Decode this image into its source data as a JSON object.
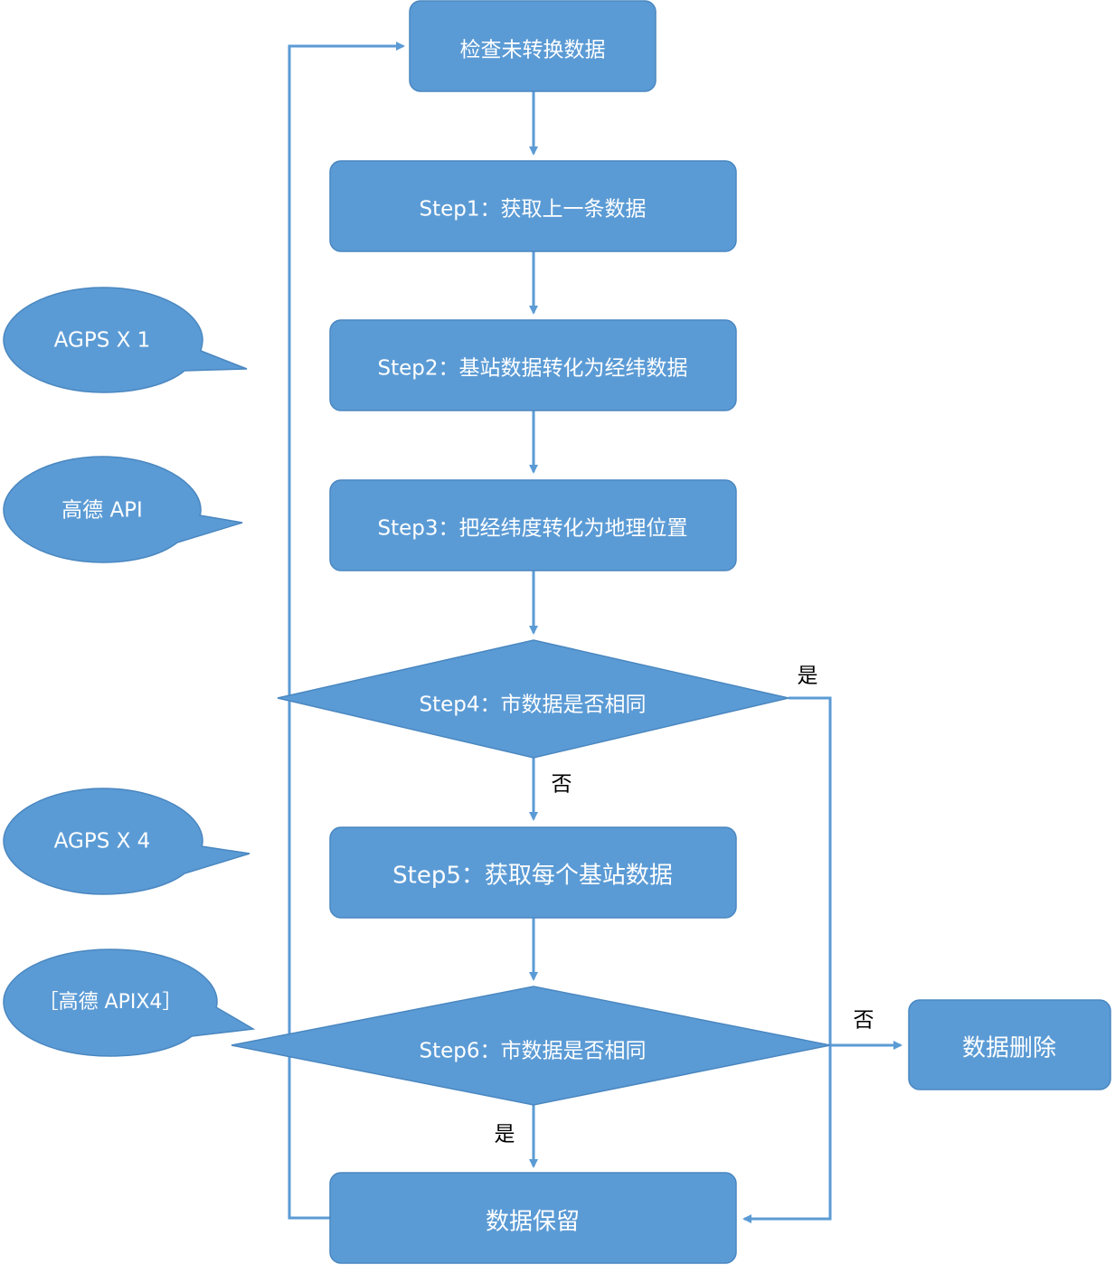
{
  "nodes": {
    "check": "检查未转换数据",
    "step1": "Step1：获取上一条数据",
    "step2": "Step2：基站数据转化为经纬数据",
    "step3": "Step3：把经纬度转化为地理位置",
    "step4": "Step4：市数据是否相同",
    "step5": "Step5：获取每个基站数据",
    "step6": "Step6：市数据是否相同",
    "delete": "数据删除",
    "keep": "数据保留"
  },
  "callouts": {
    "c1": "AGPS X 1",
    "c2": "高德  API",
    "c3": "AGPS X 4",
    "c4": "［高德 APIX4］"
  },
  "edge_labels": {
    "step4_yes": "是",
    "step4_no": "否",
    "step6_no": "否",
    "step6_yes": "是"
  },
  "colors": {
    "fill": "#5b9bd5",
    "line": "#5b9bd5"
  }
}
